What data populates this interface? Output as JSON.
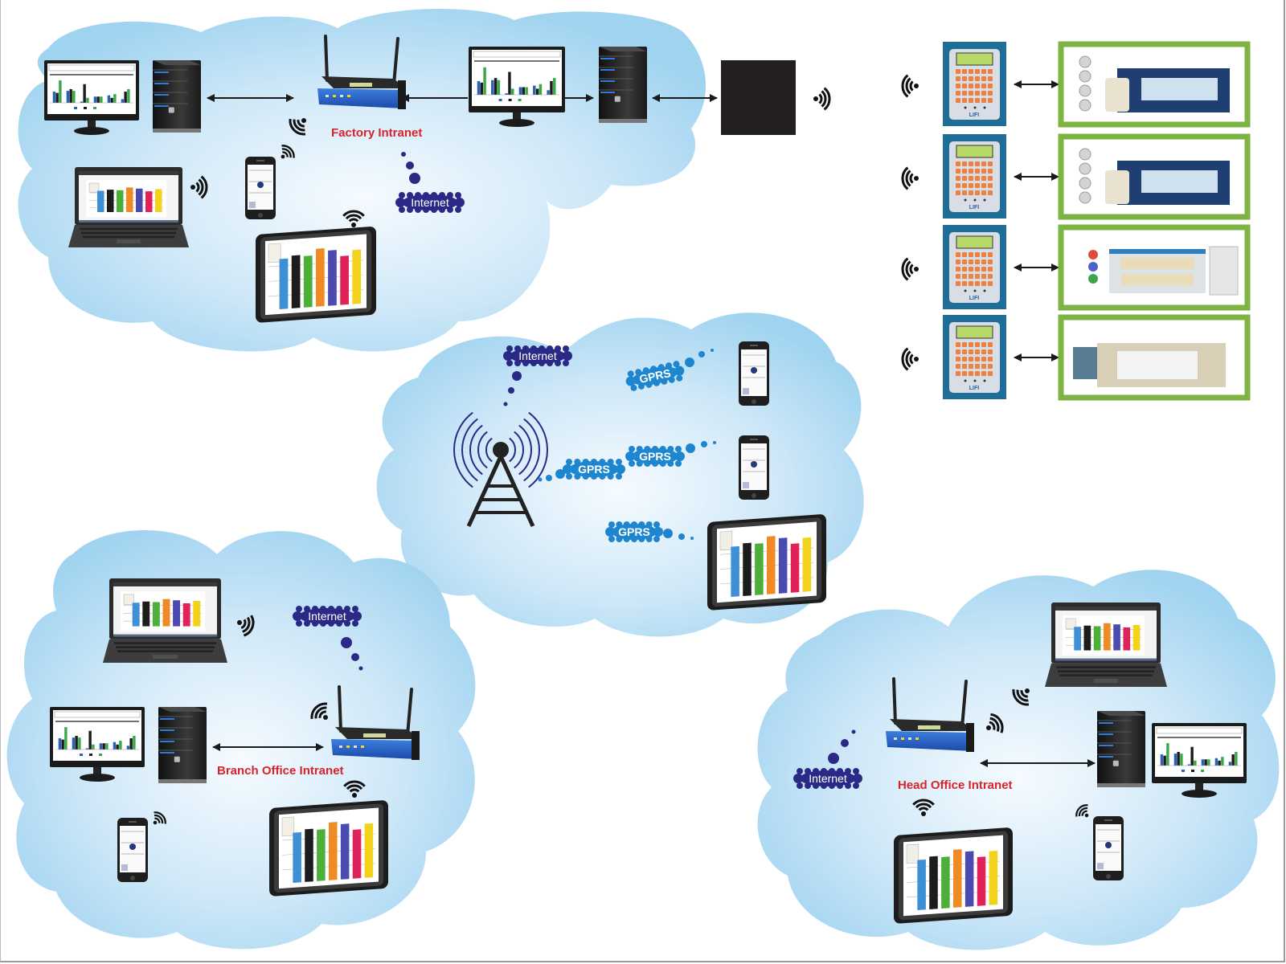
{
  "diagram": {
    "title": "Loom monitoring network topology",
    "colors": {
      "cloud_edge": "#9fd3f0",
      "cloud_center": "#f4faff",
      "internet_bubble": "#2a2a86",
      "gprs_bubble": "#1d86cf",
      "intranet_label": "#d7232b",
      "machine_frame": "#7cb342",
      "controller_body": "#1f6e97",
      "keypad_key": "#f08040",
      "lcd": "#b9d86a"
    },
    "networks": {
      "factory": {
        "label": "Factory Intranet",
        "internet_label": "Internet"
      },
      "gprs": {
        "internet_label": "Internet",
        "links": [
          "GPRS",
          "GPRS",
          "GPRS",
          "GPRS"
        ]
      },
      "branch": {
        "label": "Branch Office Intranet",
        "internet_label": "Internet"
      },
      "head": {
        "label": "Head Office Intranet",
        "internet_label": "Internet"
      }
    },
    "loom_units": [
      {
        "controller": "loom-controller",
        "brand": "LIFI",
        "machine": "rapier-loom"
      },
      {
        "controller": "loom-controller",
        "brand": "LIFI",
        "machine": "rapier-loom"
      },
      {
        "controller": "loom-controller",
        "brand": "LIFI",
        "machine": "air-jet-loom"
      },
      {
        "controller": "loom-controller",
        "brand": "LIFI",
        "machine": "water-jet-loom"
      }
    ],
    "screen_chart": {
      "bar_colors": [
        "#3d8fd6",
        "#1c1c1c",
        "#4caf3a",
        "#ef8a25",
        "#4a4ab0",
        "#e0225a",
        "#f2d21a"
      ],
      "bar_heights_fraction": [
        0.78,
        0.82,
        0.8,
        0.9,
        0.86,
        0.76,
        0.84
      ]
    },
    "monitor_chart": {
      "series_colors": [
        "#2a62b8",
        "#1c1c1c",
        "#3aa84a"
      ],
      "groups": [
        [
          0.45,
          0.4,
          0.9
        ],
        [
          0.48,
          0.55,
          0.48
        ],
        [
          0.05,
          0.75,
          0.2
        ],
        [
          0.25,
          0.25,
          0.25
        ],
        [
          0.3,
          0.2,
          0.35
        ],
        [
          0.15,
          0.45,
          0.55
        ]
      ]
    }
  }
}
